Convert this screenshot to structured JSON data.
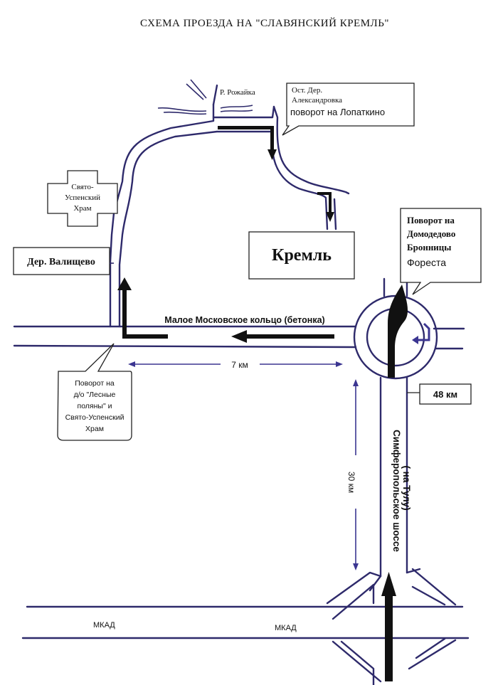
{
  "title": "СХЕМА ПРОЕЗДА  НА \"СЛАВЯНСКИЙ КРЕМЛЬ\"",
  "labels": {
    "river": "Р. Рожайка",
    "stop_line1": "Ост. Дер.",
    "stop_line2": "Александровка",
    "stop_line3": "поворот на Лопаткино",
    "temple_line1": "Свято-",
    "temple_line2": "Успенский",
    "temple_line3": "Храм",
    "village": "Дер. Валищево",
    "kremlin": "Кремль",
    "turn_dom_line1": "Поворот на",
    "turn_dom_line2": "Домодедово",
    "turn_dom_line3": "Бронницы",
    "turn_dom_line4": "Фореста",
    "ring_road": "Малое Московское кольцо (бетонка)",
    "dist_7": "7 км",
    "dist_48": "48 км",
    "dist_30": "30 км",
    "turn_forest_line1": "Поворот на",
    "turn_forest_line2": "д/о \"Лесные",
    "turn_forest_line3": "поляны\" и",
    "turn_forest_line4": "Свято-Успенский",
    "turn_forest_line5": "Храм",
    "highway_line1": "Симферопольское шоссе",
    "highway_line2": "( на Тулу)",
    "mkad_left": "МКАД",
    "mkad_right": "МКАД"
  },
  "colors": {
    "road": "#2e2a6b",
    "arrow": "#111111",
    "turn_arrow": "#3b3591"
  }
}
